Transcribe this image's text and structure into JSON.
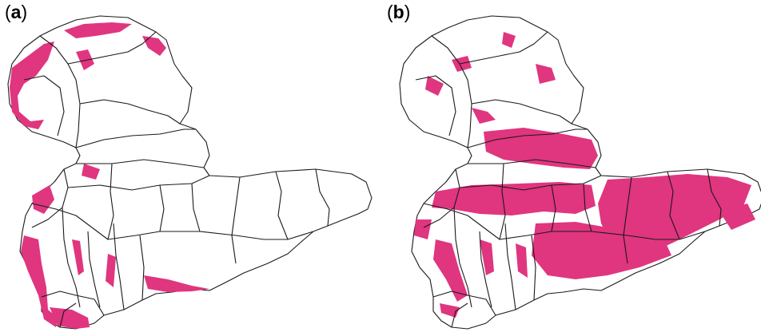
{
  "panels": [
    {
      "id": "a",
      "label": "a"
    },
    {
      "id": "b",
      "label": "b"
    }
  ],
  "colors": {
    "highlight": "#e0357f",
    "boundary": "#1a1a1a",
    "background": "#ffffff"
  }
}
